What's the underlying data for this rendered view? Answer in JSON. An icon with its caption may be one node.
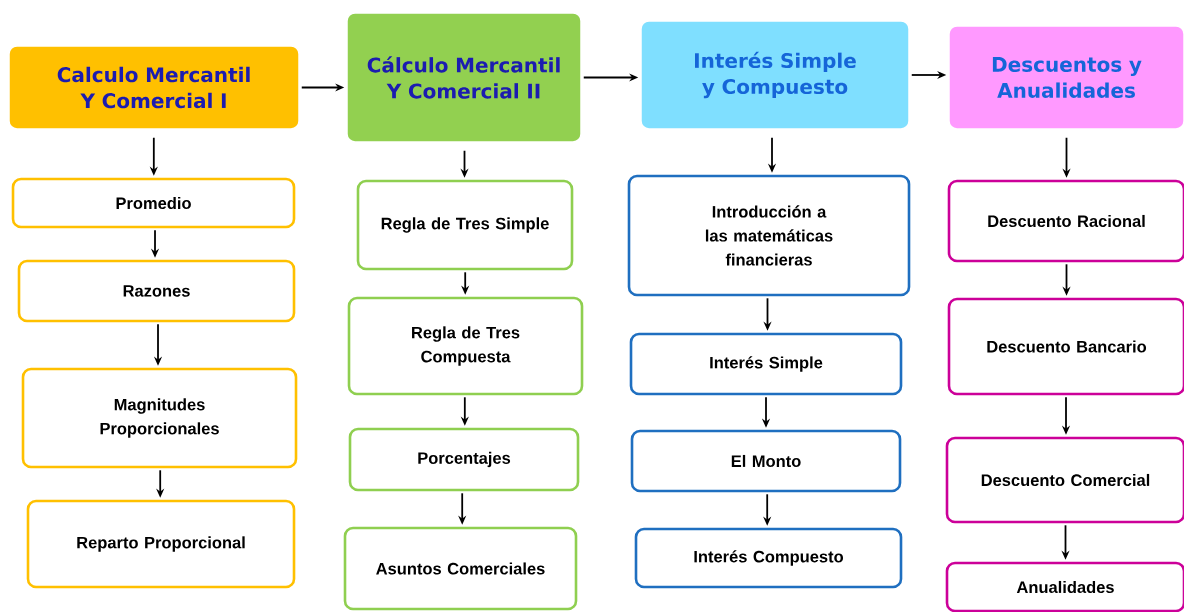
{
  "diagram": {
    "nodes": [
      {
        "text": [
          "Calculo Mercantil Y Comercial I"
        ]
      },
      {
        "text": [
          "Cálculo Mercantil Y Comercial II"
        ]
      },
      {
        "text": [
          "Interés Simple y Compuesto"
        ]
      },
      {
        "text": [
          "Descuentos y Anualidades"
        ]
      },
      {
        "text": [
          "Promedio"
        ]
      },
      {
        "text": [
          "Razones"
        ]
      },
      {
        "text": [
          "Magnitudes Proporcionales"
        ]
      },
      {
        "text": [
          "Reparto Proporcional"
        ]
      },
      {
        "text": [
          "Regla de Tres Simple"
        ]
      },
      {
        "text": [
          "Regla de Tres Compuesta"
        ]
      },
      {
        "text": [
          "Porcentajes"
        ]
      },
      {
        "text": [
          "Asuntos Comerciales"
        ]
      },
      {
        "text": [
          "Introducción a las matemáticas financieras"
        ]
      },
      {
        "text": [
          "Interés Simple"
        ]
      },
      {
        "text": [
          "El Monto"
        ]
      },
      {
        "text": [
          "Interés Compuesto"
        ]
      },
      {
        "text": [
          "Descuento Racional"
        ]
      },
      {
        "text": [
          "Descuento Bancario"
        ]
      },
      {
        "text": [
          "Descuento Comercial"
        ]
      },
      {
        "text": [
          "Anualidades"
        ]
      }
    ],
    "edges": [
      {
        "from": 0,
        "to": 1,
        "arrow": "to"
      },
      {
        "from": 1,
        "to": 2,
        "arrow": "to"
      },
      {
        "from": 2,
        "to": 3,
        "arrow": "to"
      },
      {
        "from": 0,
        "to": 4,
        "arrow": "to"
      },
      {
        "from": 4,
        "to": 5,
        "arrow": "to"
      },
      {
        "from": 5,
        "to": 6,
        "arrow": "to"
      },
      {
        "from": 6,
        "to": 7,
        "arrow": "to"
      },
      {
        "from": 1,
        "to": 8,
        "arrow": "to"
      },
      {
        "from": 8,
        "to": 9,
        "arrow": "to"
      },
      {
        "from": 9,
        "to": 10,
        "arrow": "to"
      },
      {
        "from": 10,
        "to": 11,
        "arrow": "to"
      },
      {
        "from": 2,
        "to": 12,
        "arrow": "to"
      },
      {
        "from": 12,
        "to": 13,
        "arrow": "to"
      },
      {
        "from": 13,
        "to": 14,
        "arrow": "to"
      },
      {
        "from": 14,
        "to": 15,
        "arrow": "to"
      },
      {
        "from": 3,
        "to": 16,
        "arrow": "to"
      },
      {
        "from": 16,
        "to": 17,
        "arrow": "to"
      },
      {
        "from": 17,
        "to": 18,
        "arrow": "to"
      },
      {
        "from": 18,
        "to": 19,
        "arrow": "to"
      }
    ]
  }
}
